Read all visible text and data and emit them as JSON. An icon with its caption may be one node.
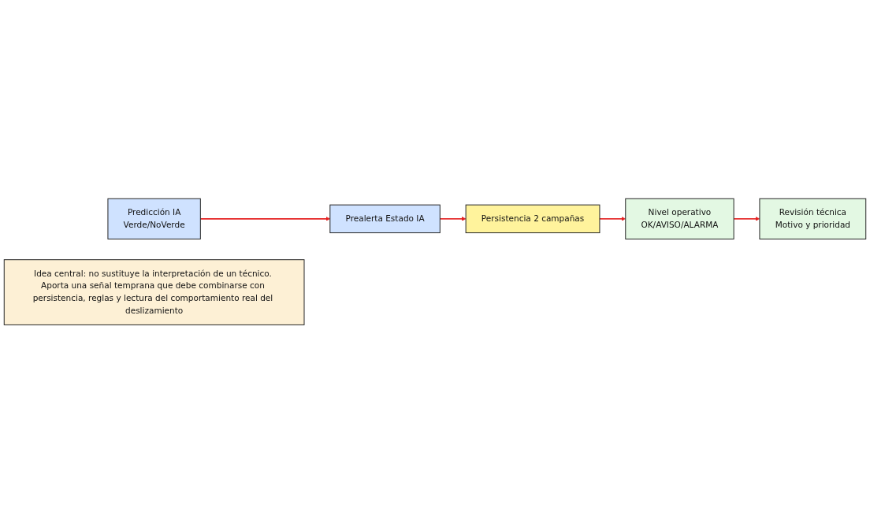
{
  "diagram": {
    "nodes": [
      {
        "text": [
          "Predicción IA",
          "Verde/NoVerde"
        ]
      },
      {
        "text": [
          "Prealerta Estado IA"
        ]
      },
      {
        "text": [
          "Persistencia 2 campañas"
        ]
      },
      {
        "text": [
          "Nivel operativo",
          "OK/AVISO/ALARMA"
        ]
      },
      {
        "text": [
          "Revisión técnica",
          "Motivo y prioridad"
        ]
      },
      {
        "text": [
          "Idea central: no sustituye la interpretación de un técnico. Aporta una señal temprana que debe combinarse con persistencia, reglas y lectura del comportamiento real del deslizamiento"
        ]
      }
    ],
    "edges": [
      {
        "from": 0,
        "to": 1,
        "arrow": "to"
      },
      {
        "from": 1,
        "to": 2,
        "arrow": "to"
      },
      {
        "from": 2,
        "to": 3,
        "arrow": "to"
      },
      {
        "from": 3,
        "to": 4,
        "arrow": "to"
      }
    ]
  }
}
